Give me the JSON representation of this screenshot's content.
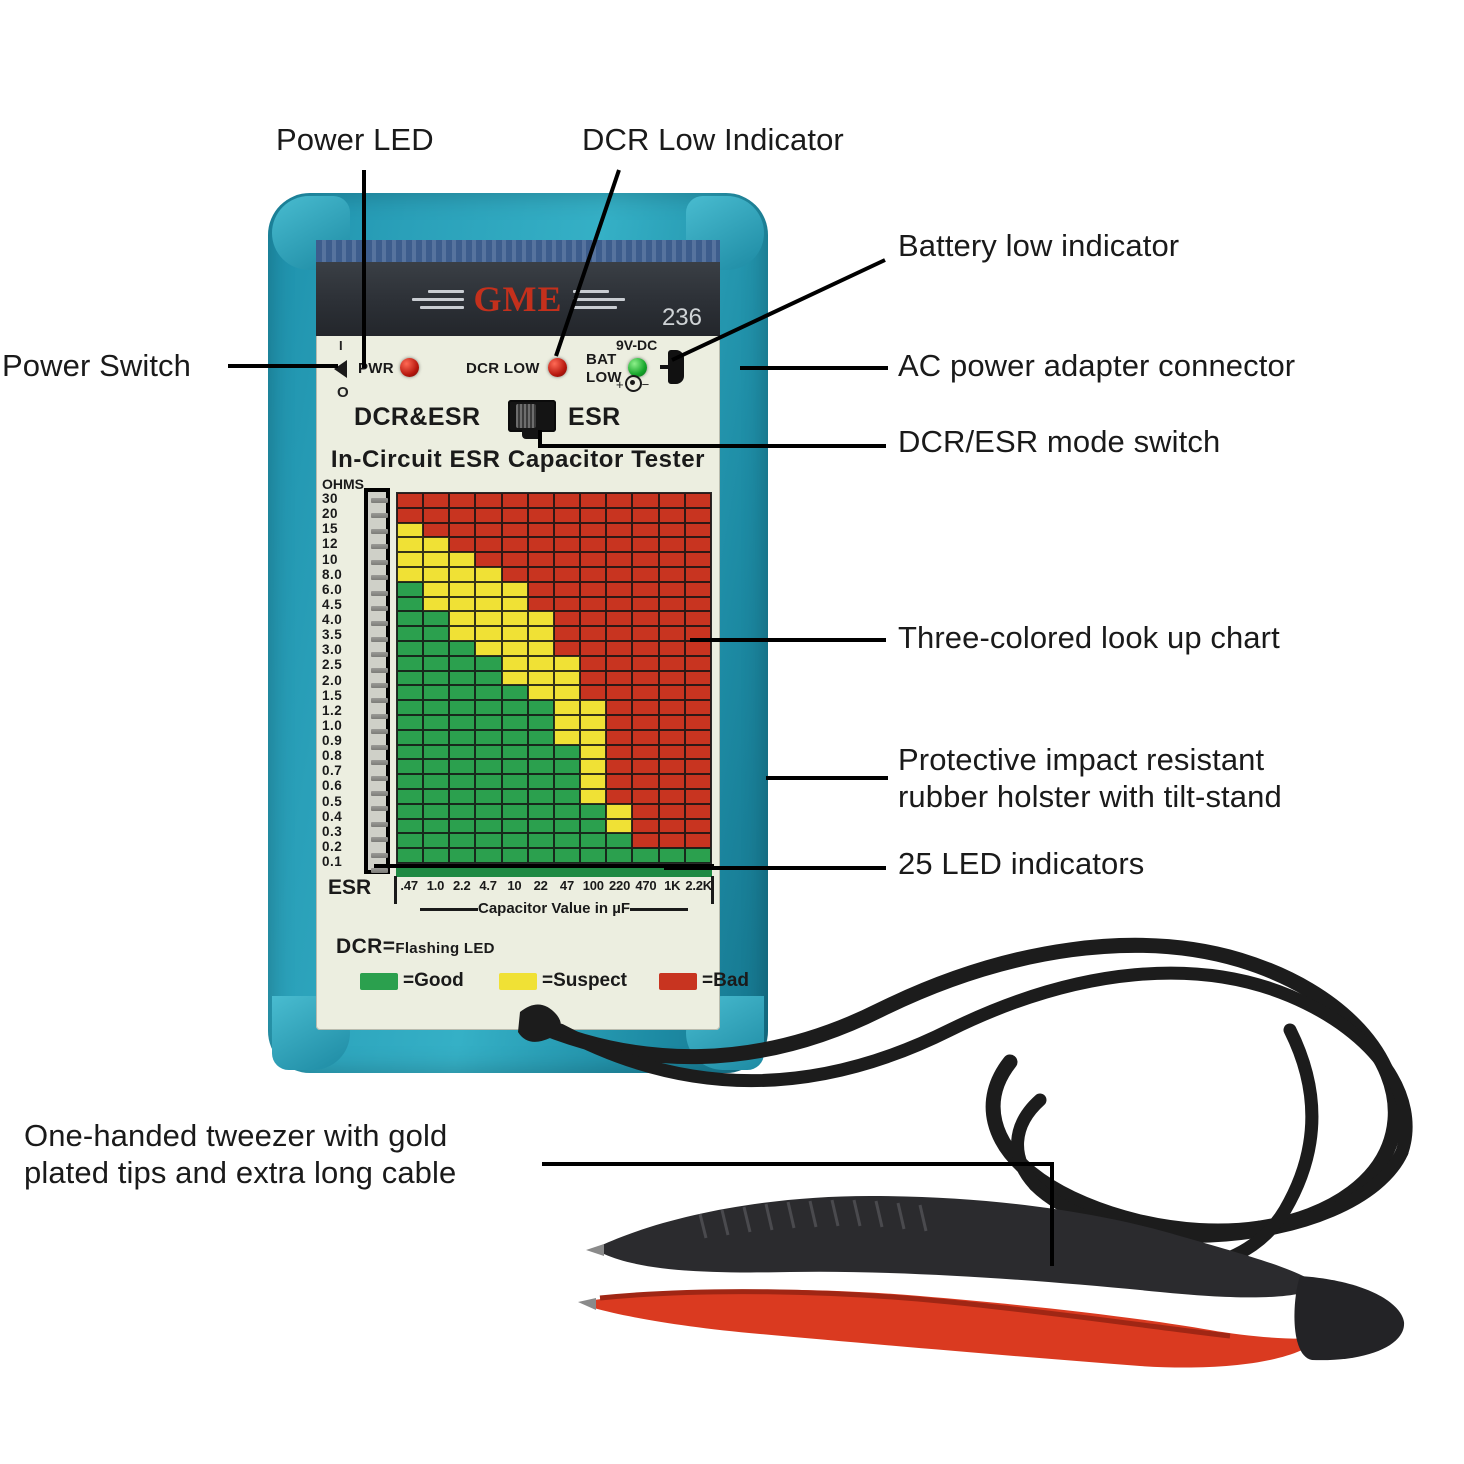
{
  "device": {
    "brand": "GME",
    "model": "236",
    "subtitle": "In-Circuit ESR Capacitor Tester",
    "power_switch": {
      "on_mark": "I",
      "off_mark": "O",
      "label": "PWR"
    },
    "indicators": [
      {
        "name": "PWR",
        "label": "PWR",
        "color": "#b5160d"
      },
      {
        "name": "DCR LOW",
        "label": "DCR LOW",
        "color": "#b5160d"
      },
      {
        "name": "BAT LOW",
        "label_line1": "BAT",
        "label_line2": "LOW",
        "color": "#15a52a"
      }
    ],
    "dc_jack_label": "9V-DC",
    "dc_jack_polarity": "+ −",
    "mode_switch": {
      "left_label": "DCR&ESR",
      "right_label": "ESR"
    },
    "legend": {
      "dcr_note_bold": "DCR=",
      "dcr_note_small": "Flashing LED",
      "items": [
        {
          "label": "=Good",
          "color": "#2ba04e"
        },
        {
          "label": "=Suspect",
          "color": "#f0e135"
        },
        {
          "label": "=Bad",
          "color": "#c83420"
        }
      ]
    }
  },
  "chart_data": {
    "type": "heatmap",
    "title": "Three-colored look up chart",
    "xlabel": "Capacitor Value in µF",
    "ylabel": "OHMS",
    "y_axis_name": "OHMS",
    "x_axis_name": "ESR",
    "legend_position": "below",
    "grid": true,
    "categories": [
      ".47",
      "1.0",
      "2.2",
      "4.7",
      "10",
      "22",
      "47",
      "100",
      "220",
      "470",
      "1K",
      "2.2K"
    ],
    "y_ticks": [
      "30",
      "20",
      "15",
      "12",
      "10",
      "8.0",
      "6.0",
      "4.5",
      "4.0",
      "3.5",
      "3.0",
      "2.5",
      "2.0",
      "1.5",
      "1.2",
      "1.0",
      "0.9",
      "0.8",
      "0.7",
      "0.6",
      "0.5",
      "0.4",
      "0.3",
      "0.2",
      "0.1"
    ],
    "value_legend": {
      "g": "Good",
      "y": "Suspect",
      "r": "Bad"
    },
    "rows": [
      {
        "ohms": "30",
        "cells": [
          "r",
          "r",
          "r",
          "r",
          "r",
          "r",
          "r",
          "r",
          "r",
          "r",
          "r",
          "r"
        ]
      },
      {
        "ohms": "20",
        "cells": [
          "r",
          "r",
          "r",
          "r",
          "r",
          "r",
          "r",
          "r",
          "r",
          "r",
          "r",
          "r"
        ]
      },
      {
        "ohms": "15",
        "cells": [
          "y",
          "r",
          "r",
          "r",
          "r",
          "r",
          "r",
          "r",
          "r",
          "r",
          "r",
          "r"
        ]
      },
      {
        "ohms": "12",
        "cells": [
          "y",
          "y",
          "r",
          "r",
          "r",
          "r",
          "r",
          "r",
          "r",
          "r",
          "r",
          "r"
        ]
      },
      {
        "ohms": "10",
        "cells": [
          "y",
          "y",
          "y",
          "r",
          "r",
          "r",
          "r",
          "r",
          "r",
          "r",
          "r",
          "r"
        ]
      },
      {
        "ohms": "8.0",
        "cells": [
          "y",
          "y",
          "y",
          "y",
          "r",
          "r",
          "r",
          "r",
          "r",
          "r",
          "r",
          "r"
        ]
      },
      {
        "ohms": "6.0",
        "cells": [
          "g",
          "y",
          "y",
          "y",
          "y",
          "r",
          "r",
          "r",
          "r",
          "r",
          "r",
          "r"
        ]
      },
      {
        "ohms": "4.5",
        "cells": [
          "g",
          "y",
          "y",
          "y",
          "y",
          "r",
          "r",
          "r",
          "r",
          "r",
          "r",
          "r"
        ]
      },
      {
        "ohms": "4.0",
        "cells": [
          "g",
          "g",
          "y",
          "y",
          "y",
          "y",
          "r",
          "r",
          "r",
          "r",
          "r",
          "r"
        ]
      },
      {
        "ohms": "3.5",
        "cells": [
          "g",
          "g",
          "y",
          "y",
          "y",
          "y",
          "r",
          "r",
          "r",
          "r",
          "r",
          "r"
        ]
      },
      {
        "ohms": "3.0",
        "cells": [
          "g",
          "g",
          "g",
          "y",
          "y",
          "y",
          "r",
          "r",
          "r",
          "r",
          "r",
          "r"
        ]
      },
      {
        "ohms": "2.5",
        "cells": [
          "g",
          "g",
          "g",
          "g",
          "y",
          "y",
          "y",
          "r",
          "r",
          "r",
          "r",
          "r"
        ]
      },
      {
        "ohms": "2.0",
        "cells": [
          "g",
          "g",
          "g",
          "g",
          "y",
          "y",
          "y",
          "r",
          "r",
          "r",
          "r",
          "r"
        ]
      },
      {
        "ohms": "1.5",
        "cells": [
          "g",
          "g",
          "g",
          "g",
          "g",
          "y",
          "y",
          "r",
          "r",
          "r",
          "r",
          "r"
        ]
      },
      {
        "ohms": "1.2",
        "cells": [
          "g",
          "g",
          "g",
          "g",
          "g",
          "g",
          "y",
          "y",
          "r",
          "r",
          "r",
          "r"
        ]
      },
      {
        "ohms": "1.0",
        "cells": [
          "g",
          "g",
          "g",
          "g",
          "g",
          "g",
          "y",
          "y",
          "r",
          "r",
          "r",
          "r"
        ]
      },
      {
        "ohms": "0.9",
        "cells": [
          "g",
          "g",
          "g",
          "g",
          "g",
          "g",
          "y",
          "y",
          "r",
          "r",
          "r",
          "r"
        ]
      },
      {
        "ohms": "0.8",
        "cells": [
          "g",
          "g",
          "g",
          "g",
          "g",
          "g",
          "g",
          "y",
          "r",
          "r",
          "r",
          "r"
        ]
      },
      {
        "ohms": "0.7",
        "cells": [
          "g",
          "g",
          "g",
          "g",
          "g",
          "g",
          "g",
          "y",
          "r",
          "r",
          "r",
          "r"
        ]
      },
      {
        "ohms": "0.6",
        "cells": [
          "g",
          "g",
          "g",
          "g",
          "g",
          "g",
          "g",
          "y",
          "r",
          "r",
          "r",
          "r"
        ]
      },
      {
        "ohms": "0.5",
        "cells": [
          "g",
          "g",
          "g",
          "g",
          "g",
          "g",
          "g",
          "y",
          "r",
          "r",
          "r",
          "r"
        ]
      },
      {
        "ohms": "0.4",
        "cells": [
          "g",
          "g",
          "g",
          "g",
          "g",
          "g",
          "g",
          "g",
          "y",
          "r",
          "r",
          "r"
        ]
      },
      {
        "ohms": "0.3",
        "cells": [
          "g",
          "g",
          "g",
          "g",
          "g",
          "g",
          "g",
          "g",
          "y",
          "r",
          "r",
          "r"
        ]
      },
      {
        "ohms": "0.2",
        "cells": [
          "g",
          "g",
          "g",
          "g",
          "g",
          "g",
          "g",
          "g",
          "g",
          "r",
          "r",
          "r"
        ]
      },
      {
        "ohms": "0.1",
        "cells": [
          "g",
          "g",
          "g",
          "g",
          "g",
          "g",
          "g",
          "g",
          "g",
          "g",
          "g",
          "g"
        ]
      }
    ]
  },
  "annotations": {
    "power_led": "Power LED",
    "dcr_low_indicator": "DCR Low Indicator",
    "power_switch": "Power Switch",
    "battery_low_indicator": "Battery low indicator",
    "ac_power_adapter_connector": "AC power adapter connector",
    "dcr_esr_mode_switch": "DCR/ESR mode switch",
    "three_colored_look_up_chart": "Three-colored look up chart",
    "protective_holster": "Protective impact resistant\nrubber holster with tilt-stand",
    "led_indicators": "25 LED indicators",
    "tweezer": "One-handed tweezer with gold\nplated tips and extra long cable"
  },
  "colors": {
    "good": "#2ba04e",
    "suspect": "#f0e135",
    "bad": "#c83420",
    "holster": "#2aa0b9",
    "faceplate": "#eceee0",
    "brand_red": "#c4301c"
  }
}
